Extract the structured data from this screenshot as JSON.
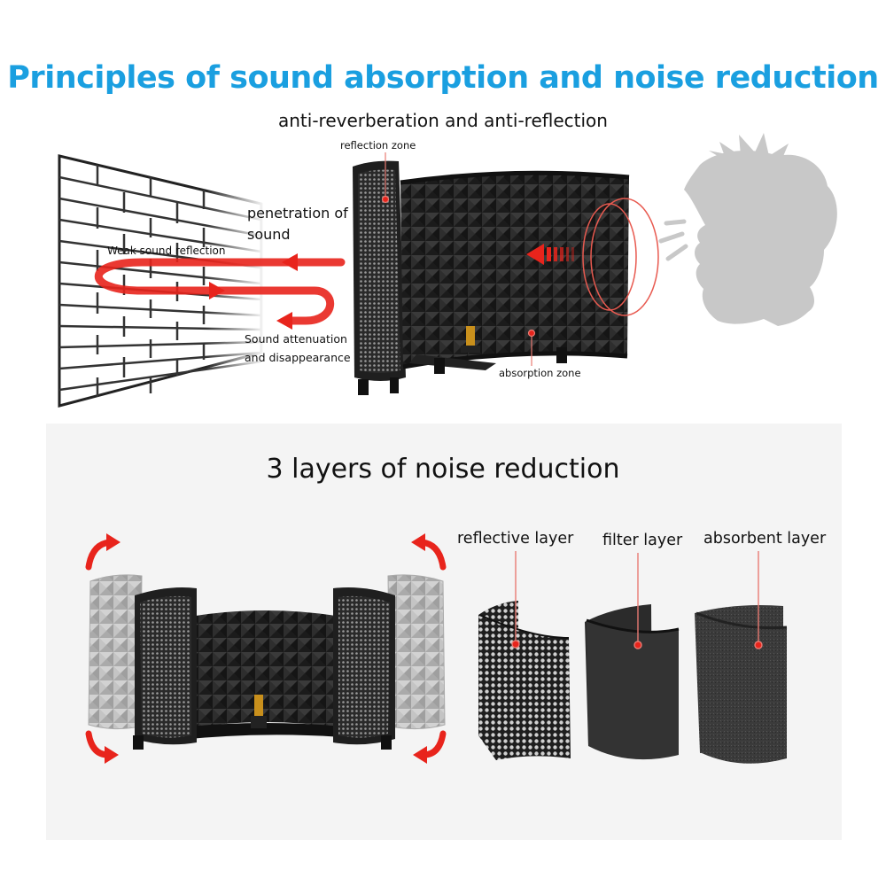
{
  "header": {
    "title": "Principles of sound absorption and noise reduction",
    "subtitle": "anti-reverberation and anti-reflection"
  },
  "top_diagram": {
    "reflection_zone": "reflection zone",
    "penetration": "penetration of sound",
    "weak_reflection": "Weak sound reflection",
    "attenuation": "Sound attenuation and disappearance",
    "absorption_zone": "absorption zone"
  },
  "bottom_section": {
    "title": "3 layers of noise reduction",
    "layers": [
      {
        "label": "reflective layer"
      },
      {
        "label": "filter layer"
      },
      {
        "label": "absorbent layer"
      }
    ]
  },
  "colors": {
    "title": "#1a9fe0",
    "arrow_red": "#e8241c",
    "panel_bg": "#f4f4f4"
  }
}
